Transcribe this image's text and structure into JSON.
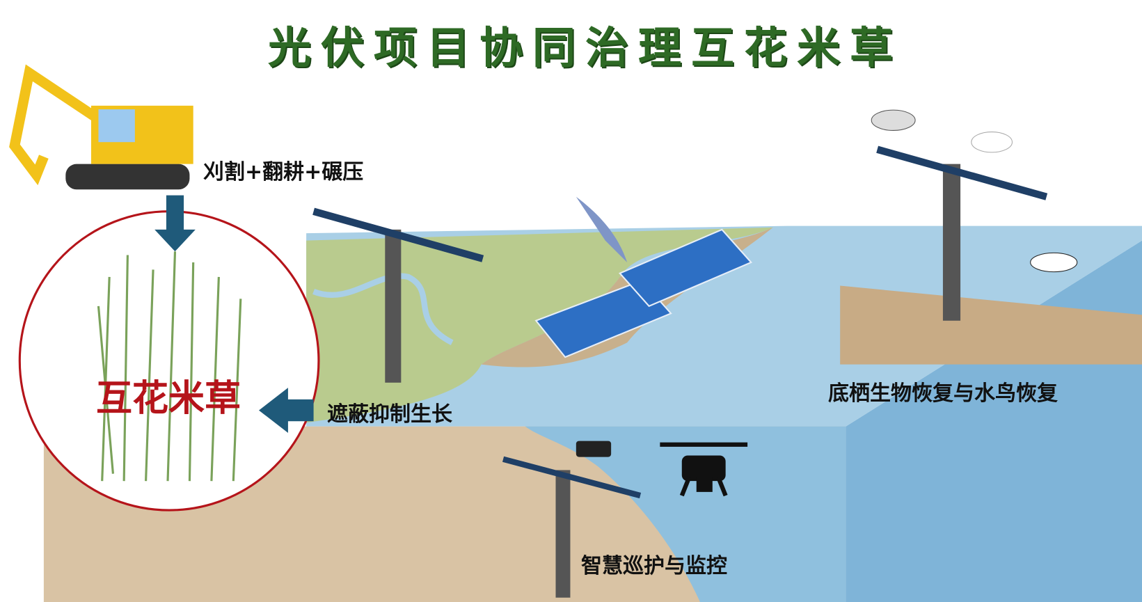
{
  "title": "光伏项目协同治理互花米草",
  "labels": {
    "mowing": "刈割+翻耕+碾压",
    "spartina": "互花米草",
    "shading": "遮蔽抑制生长",
    "recovery": "底栖生物恢复与水鸟恢复",
    "patrol": "智慧巡护与监控"
  },
  "colors": {
    "title": "#2e6a25",
    "spartina": "#b5141a",
    "arrow": "#1f5a7a",
    "water": "#a9cfe6",
    "land": "#b9cb8e",
    "soil": "#d9c3a4"
  }
}
